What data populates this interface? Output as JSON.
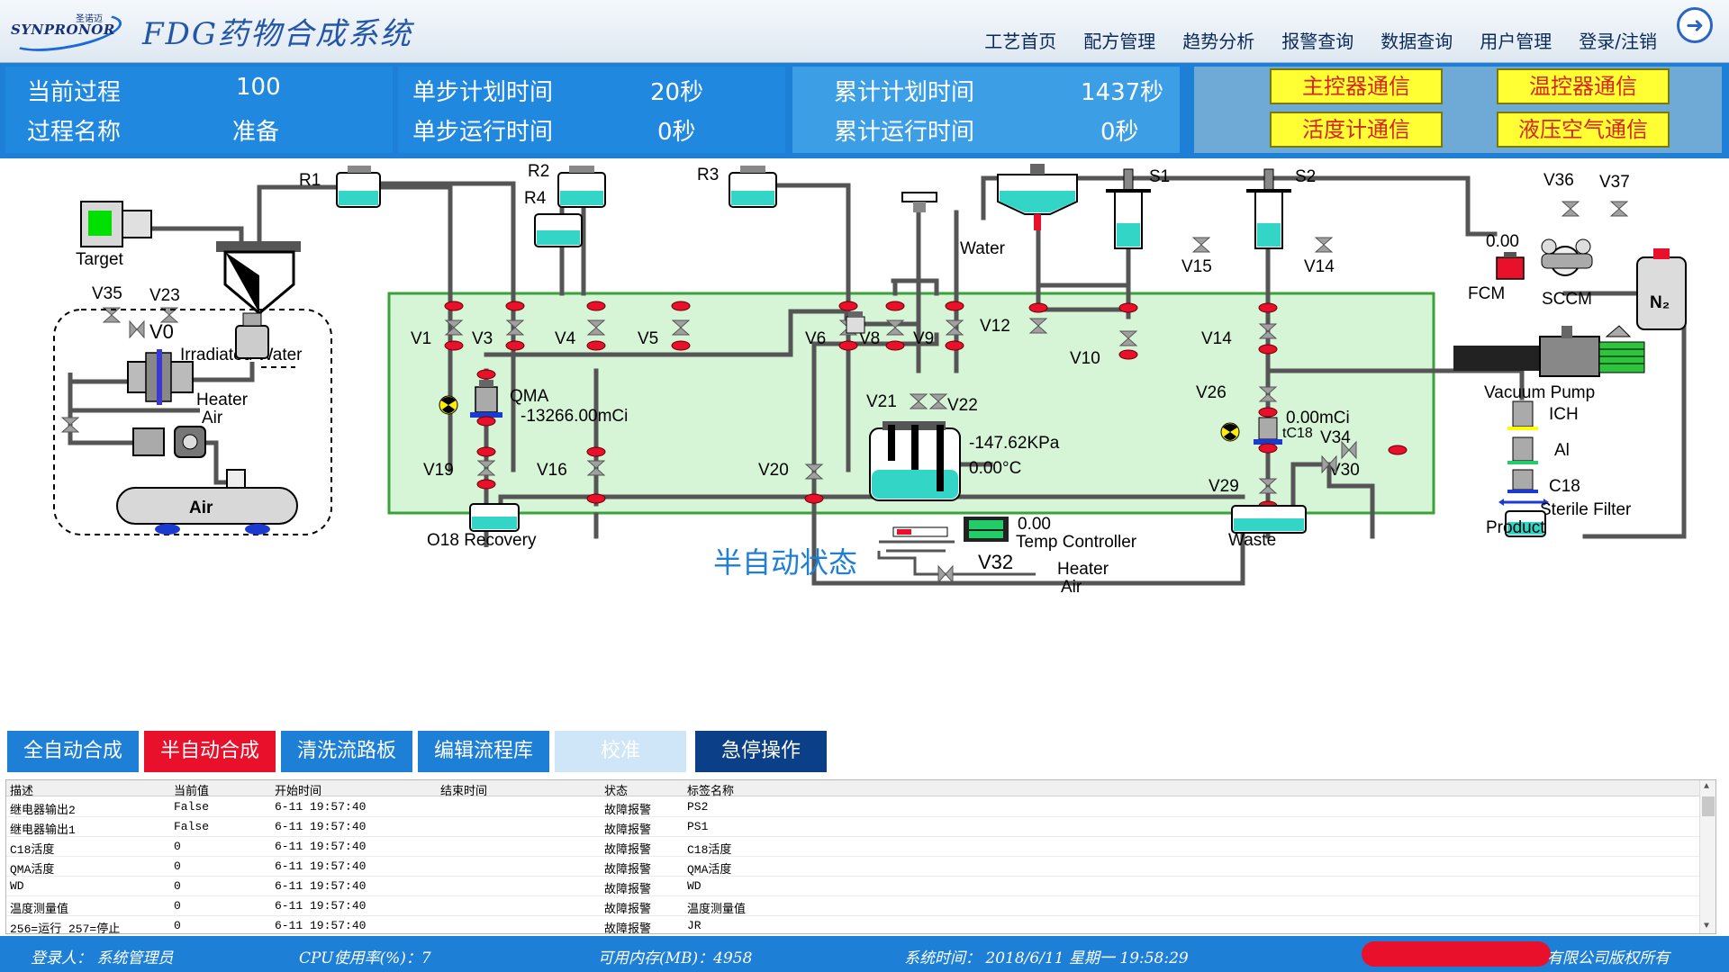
{
  "header": {
    "logo_brand": "SYNPRONOR",
    "logo_cn": "圣诺迈",
    "title": "FDG药物合成系统",
    "nav": [
      "工艺首页",
      "配方管理",
      "趋势分析",
      "报警查询",
      "数据查询",
      "用户管理",
      "登录/注销"
    ],
    "exit_icon": "exit-arrow-icon"
  },
  "status": {
    "current_process_label": "当前过程",
    "current_process_value": "100",
    "process_name_label": "过程名称",
    "process_name_value": "准备",
    "step_plan_label": "单步计划时间",
    "step_plan_value": "20秒",
    "step_run_label": "单步运行时间",
    "step_run_value": "0秒",
    "total_plan_label": "累计计划时间",
    "total_plan_value": "1437秒",
    "total_run_label": "累计运行时间",
    "total_run_value": "0秒",
    "comm_buttons": [
      "主控器通信",
      "温控器通信",
      "活度计通信",
      "液压空气通信"
    ]
  },
  "diagram": {
    "labels": {
      "target": "Target",
      "irradiated_water": "Irradiated Water",
      "r1": "R1",
      "r2": "R2",
      "r3": "R3",
      "r4": "R4",
      "water": "Water",
      "s1": "S1",
      "s2": "S2",
      "fcm": "FCM",
      "sccm": "SCCM",
      "n2": "N₂",
      "fcm_value": "0.00",
      "vacuum_pump": "Vacuum Pump",
      "qma": "QMA",
      "qma_value": "-13266.00mCi",
      "pressure": "-147.62KPa",
      "temperature": "0.00°C",
      "c18_value": "0.00mCi",
      "c18_tag": "tC18",
      "temp_ctrl_value": "0.00",
      "temp_ctrl": "Temp Controller",
      "heater_air_left_1": "Heater",
      "heater_air_left_2": "Air",
      "heater_air_mid_1": "Heater",
      "heater_air_mid_2": "Air",
      "air_tank": "Air",
      "o18": "O18 Recovery",
      "waste": "Waste",
      "product": "Product",
      "ich": "ICH",
      "al": "Al",
      "c18": "C18",
      "sterile_filter": "Sterile Filter",
      "mode_status": "半自动状态"
    },
    "valves": {
      "v0": "V0",
      "v1": "V1",
      "v3": "V3",
      "v4": "V4",
      "v5": "V5",
      "v6": "V6",
      "v8": "V8",
      "v9": "V9",
      "v10": "V10",
      "v12": "V12",
      "v14a": "V14",
      "v14b": "V14",
      "v15": "V15",
      "v16": "V16",
      "v19": "V19",
      "v20": "V20",
      "v21": "V21",
      "v22": "V22",
      "v23": "V23",
      "v26": "V26",
      "v29": "V29",
      "v30": "V30",
      "v32": "V32",
      "v34": "V34",
      "v35": "V35",
      "v36": "V36",
      "v37": "V37"
    }
  },
  "buttons": [
    "全自动合成",
    "半自动合成",
    "清洗流路板",
    "编辑流程库",
    "校准",
    "急停操作"
  ],
  "table": {
    "columns": [
      "描述",
      "当前值",
      "开始时间",
      "结束时间",
      "状态",
      "标签名称"
    ],
    "rows": [
      [
        "继电器输出2",
        "False",
        "6-11 19:57:40",
        "",
        "故障报警",
        "PS2"
      ],
      [
        "继电器输出1",
        "False",
        "6-11 19:57:40",
        "",
        "故障报警",
        "PS1"
      ],
      [
        "C18活度",
        "0",
        "6-11 19:57:40",
        "",
        "故障报警",
        "C18活度"
      ],
      [
        "QMA活度",
        "0",
        "6-11 19:57:40",
        "",
        "故障报警",
        "QMA活度"
      ],
      [
        "WD",
        "0",
        "6-11 19:57:40",
        "",
        "故障报警",
        "WD"
      ],
      [
        "温度测量值",
        "0",
        "6-11 19:57:40",
        "",
        "故障报警",
        "温度测量值"
      ],
      [
        "256=运行 257=停止",
        "0",
        "6-11 19:57:40",
        "",
        "故障报警",
        "JR"
      ]
    ]
  },
  "footer": {
    "login": "登录人：  系统管理员",
    "cpu": "CPU使用率(%)：7",
    "memory": "可用内存(MB)：4958",
    "time": "系统时间：  2018/6/11 星期一 19:58:29",
    "copyright": "有限公司版权所有"
  },
  "colors": {
    "accent_blue": "#1e7fd6",
    "panel_green": "#d6f5d6",
    "valve_red": "#e8102a",
    "comm_yellow": "#ffff33"
  }
}
